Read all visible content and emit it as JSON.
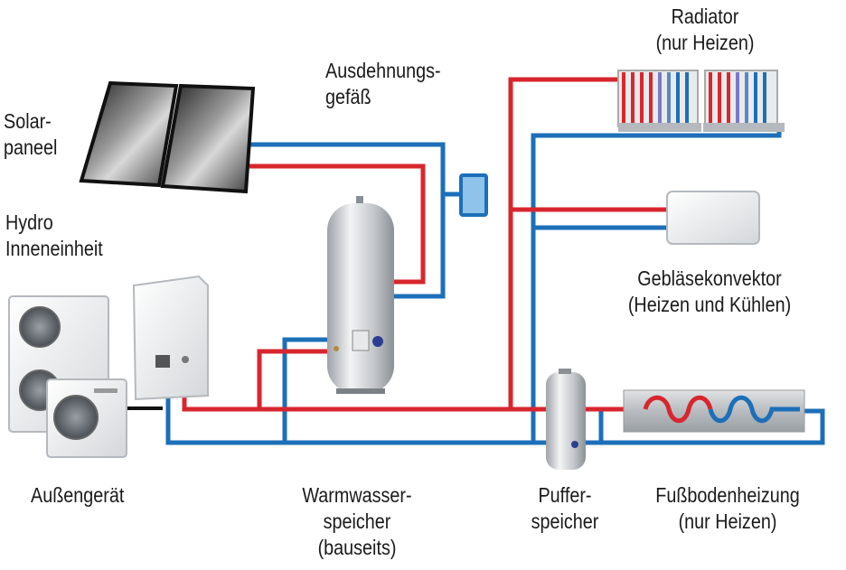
{
  "colors": {
    "hot_pipe": "#d8262e",
    "cold_pipe": "#1c6fb8",
    "panel_dark": "#2b2b2b",
    "cylinder_gray": "#c9ccd0"
  },
  "labels": {
    "solar_panel": [
      "Solar-",
      "paneel"
    ],
    "hydro_unit": [
      "Hydro",
      "Inneneinheit"
    ],
    "expansion_vessel": [
      "Ausdehnungs-",
      "gefäß"
    ],
    "radiator": [
      "Radiator",
      "(nur Heizen)"
    ],
    "fan_coil": [
      "Gebläsekonvektor",
      "(Heizen und Kühlen)"
    ],
    "outdoor_unit": [
      "Außengerät"
    ],
    "hot_water_tank": [
      "Warmwasser-",
      "speicher",
      "(bauseits)"
    ],
    "buffer_tank": [
      "Puffer-",
      "speicher"
    ],
    "floor_heating": [
      "Fußbodenheizung",
      "(nur Heizen)"
    ]
  },
  "icons": [
    "solar-panel-icon",
    "outdoor-unit-icon",
    "hydro-unit-icon",
    "hot-water-tank-icon",
    "expansion-vessel-icon",
    "radiator-icon",
    "fan-coil-icon",
    "buffer-tank-icon",
    "floor-heating-coil-icon"
  ]
}
